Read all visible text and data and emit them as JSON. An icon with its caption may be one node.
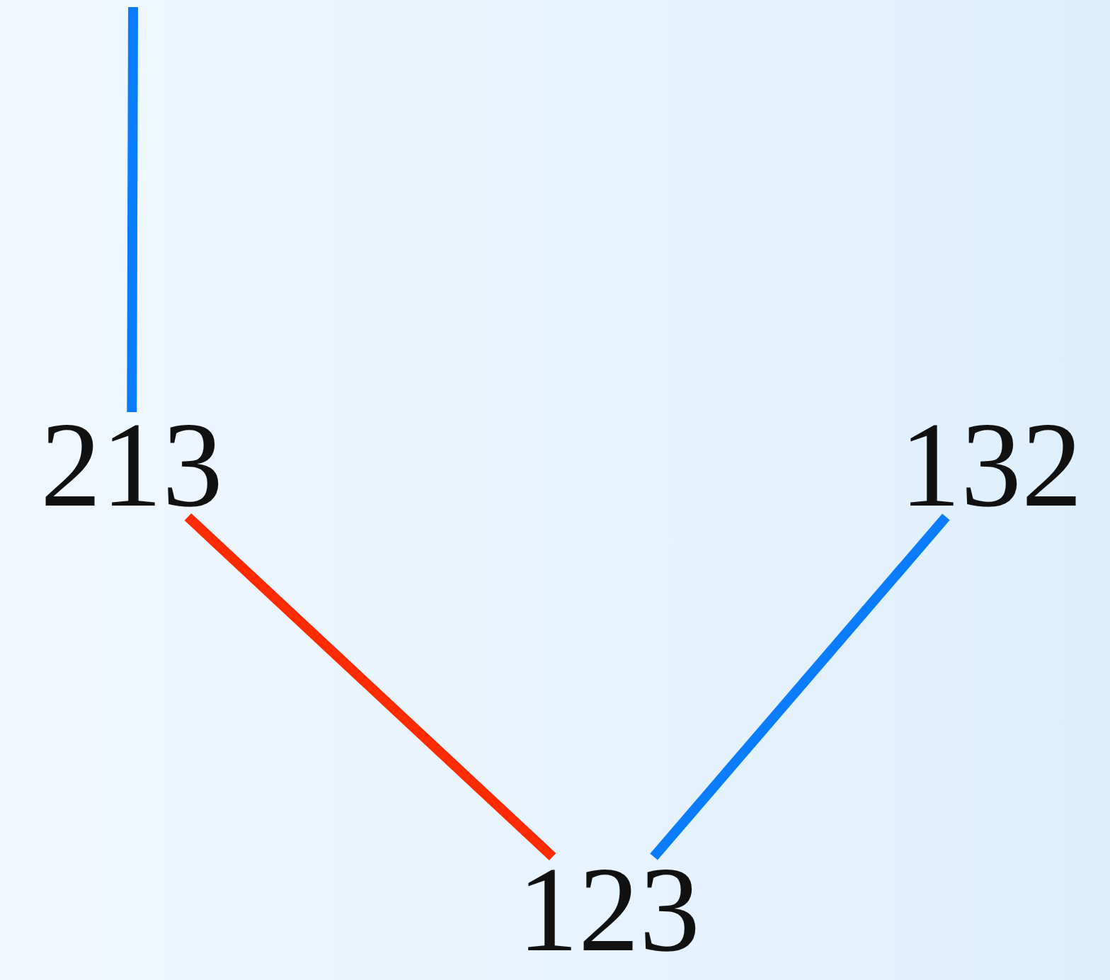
{
  "diagram": {
    "nodes": [
      {
        "text": [
          "213"
        ]
      },
      {
        "text": [
          "132"
        ]
      },
      {
        "text": [
          "123"
        ]
      }
    ],
    "edges": [
      {
        "from": null,
        "to": 0,
        "arrow": "none"
      },
      {
        "from": 0,
        "to": 2,
        "arrow": "none",
        "color": "#ff2a00"
      },
      {
        "from": 1,
        "to": 2,
        "arrow": "none"
      }
    ]
  }
}
